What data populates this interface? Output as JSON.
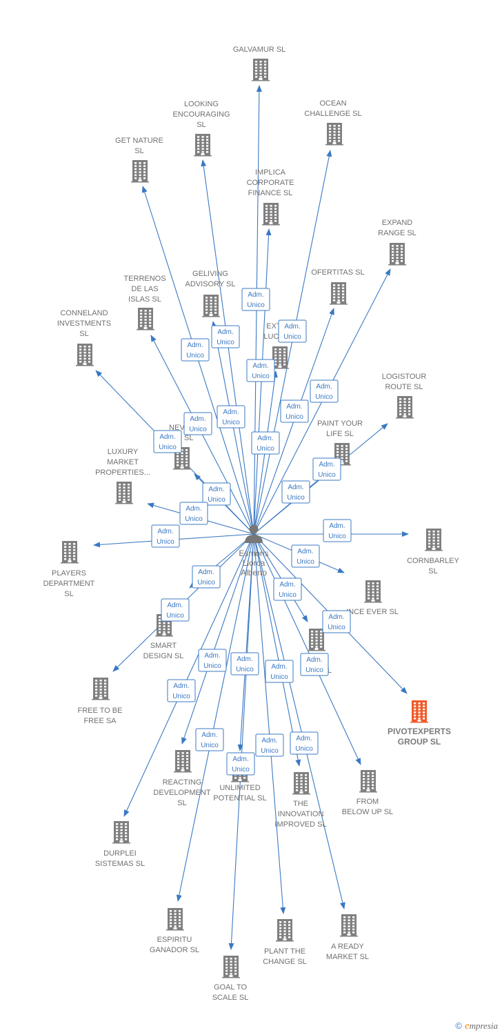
{
  "colors": {
    "edge": "#3a78c3",
    "building": "#7f7f7f",
    "building_highlight": "#f05a28",
    "label": "#707070",
    "person": "#777777"
  },
  "person": {
    "name_lines": [
      "Esmoris",
      "Llorca",
      "Alberto"
    ],
    "icon": "person-icon"
  },
  "role_lines": [
    "Adm.",
    "Unico"
  ],
  "companies": [
    {
      "id": "galvamur",
      "lines": [
        "GALVAMUR  SL"
      ]
    },
    {
      "id": "looking-encouraging",
      "lines": [
        "LOOKING",
        "ENCOURAGING",
        "SL"
      ]
    },
    {
      "id": "ocean-challenge",
      "lines": [
        "OCEAN",
        "CHALLENGE  SL"
      ]
    },
    {
      "id": "get-nature",
      "lines": [
        "GET NATURE",
        "SL"
      ]
    },
    {
      "id": "implica-corporate-finance",
      "lines": [
        "IMPLICA",
        "CORPORATE",
        "FINANCE  SL"
      ]
    },
    {
      "id": "expand-range",
      "lines": [
        "EXPAND",
        "RANGE  SL"
      ]
    },
    {
      "id": "terrenos-de-las-islas",
      "lines": [
        "TERRENOS",
        "DE LAS",
        "ISLAS  SL"
      ]
    },
    {
      "id": "geliving-advisory",
      "lines": [
        "GELIVING",
        "ADVISORY  SL"
      ]
    },
    {
      "id": "ofertitas",
      "lines": [
        "OFERTITAS  SL"
      ]
    },
    {
      "id": "conneland-investments",
      "lines": [
        "CONNELAND",
        "INVESTMENTS",
        "SL"
      ]
    },
    {
      "id": "extra-luck",
      "lines": [
        "EXT",
        "LUCK"
      ]
    },
    {
      "id": "logistour-route",
      "lines": [
        "LOGISTOUR",
        "ROUTE  SL"
      ]
    },
    {
      "id": "never-ending",
      "lines": [
        "NEVER",
        "NG  SL"
      ]
    },
    {
      "id": "paint-your-life",
      "lines": [
        "PAINT YOUR",
        "LIFE  SL"
      ]
    },
    {
      "id": "luxury-market-properties",
      "lines": [
        "LUXURY",
        "MARKET",
        "PROPERTIES..."
      ]
    },
    {
      "id": "players-department",
      "lines": [
        "PLAYERS",
        "DEPARTMENT",
        "SL"
      ]
    },
    {
      "id": "cornbarley",
      "lines": [
        "CORNBARLEY",
        "SL"
      ]
    },
    {
      "id": "since-ever",
      "lines": [
        "INCE EVER  SL"
      ]
    },
    {
      "id": "smart-design",
      "lines": [
        "SMART",
        "DESIGN  SL"
      ]
    },
    {
      "id": "hidden-company",
      "lines": [
        "D",
        "HI          E  SL"
      ]
    },
    {
      "id": "free-to-be-free",
      "lines": [
        "FREE TO BE",
        "FREE SA"
      ]
    },
    {
      "id": "pivotexperts-group",
      "lines": [
        "PIVOTEXPERTS",
        "GROUP  SL"
      ],
      "highlight": true
    },
    {
      "id": "reacting-development",
      "lines": [
        "REACTING",
        "DEVELOPMENT",
        "SL"
      ]
    },
    {
      "id": "unlimited-potential",
      "lines": [
        "UNLIMITED",
        "POTENTIAL  SL"
      ]
    },
    {
      "id": "the-innovation-improved",
      "lines": [
        "THE",
        "INNOVATION",
        "IMPROVED  SL"
      ]
    },
    {
      "id": "from-below-up",
      "lines": [
        "FROM",
        "BELOW UP  SL"
      ]
    },
    {
      "id": "durplei-sistemas",
      "lines": [
        "DURPLEI",
        "SISTEMAS  SL"
      ]
    },
    {
      "id": "espiritu-ganador",
      "lines": [
        "ESPIRITU",
        "GANADOR SL"
      ]
    },
    {
      "id": "plant-the-change",
      "lines": [
        "PLANT THE",
        "CHANGE  SL"
      ]
    },
    {
      "id": "a-ready-market",
      "lines": [
        "A READY",
        "MARKET  SL"
      ]
    },
    {
      "id": "goal-to-scale",
      "lines": [
        "GOAL TO",
        "SCALE  SL"
      ]
    }
  ],
  "footer": {
    "copyright": "©",
    "brand_e": "e",
    "brand_rest": "mpresia"
  }
}
